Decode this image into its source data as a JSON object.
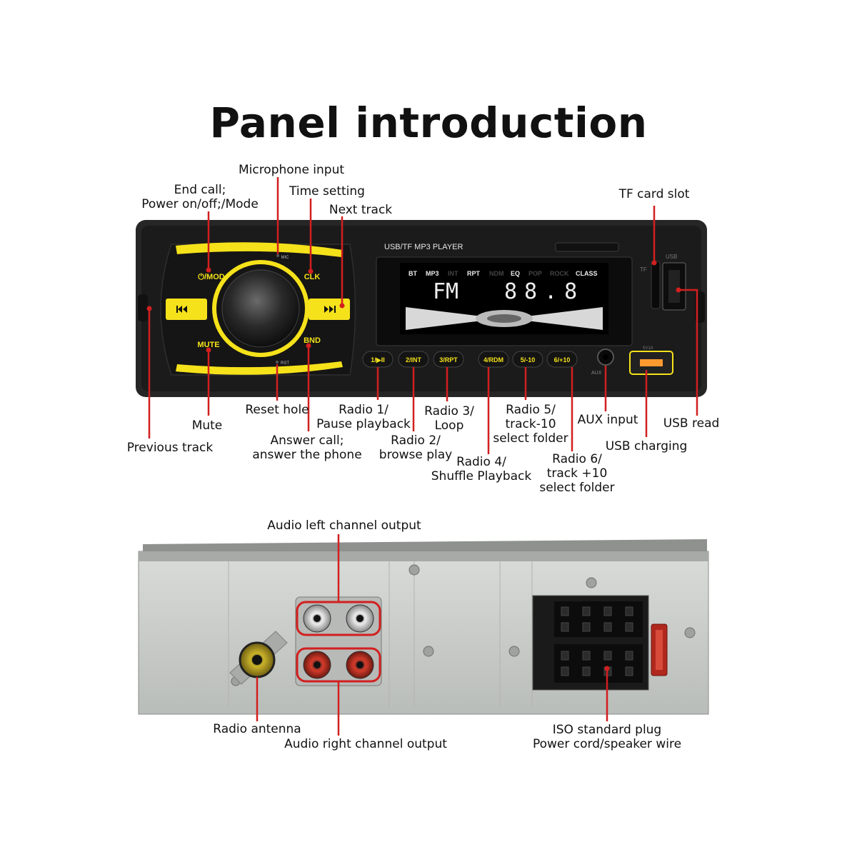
{
  "title": "Panel introduction",
  "front_panel": {
    "device_header": "USB/TF MP3 PLAYER",
    "display": {
      "indicators": [
        "BT",
        "MP3",
        "INT",
        "RPT",
        "NDM",
        "EQ",
        "POP",
        "ROCK",
        "CLASS"
      ],
      "band": "FM",
      "frequency": "88.8"
    },
    "buttons": {
      "mod": "MOD",
      "clk": "CLK",
      "mute": "MUTE",
      "bnd": "BND",
      "mic": "MIC",
      "rst": "RST",
      "aux": "AUX",
      "tf": "TF",
      "usb": "USB",
      "usb_port": "5V1A",
      "presets": [
        "1/▶II",
        "2/INT",
        "3/RPT",
        "4/RDM",
        "5/-10",
        "6/+10"
      ]
    },
    "labels": {
      "microphone_input": "Microphone input",
      "end_call": [
        "End call;",
        "Power on/off;/Mode"
      ],
      "time_setting": "Time setting",
      "next_track": "Next track",
      "tf_card_slot": "TF card slot",
      "reset_hole": "Reset hole",
      "mute": "Mute",
      "previous_track": "Previous track",
      "answer_call": [
        "Answer call;",
        "answer the phone"
      ],
      "radio1": [
        "Radio 1/",
        "Pause playback"
      ],
      "radio2": [
        "Radio 2/",
        "browse play"
      ],
      "radio3": [
        "Radio 3/",
        "Loop"
      ],
      "radio4": [
        "Radio 4/",
        "Shuffle Playback"
      ],
      "radio5": [
        "Radio 5/",
        "track-10",
        "select folder"
      ],
      "radio6": [
        "Radio 6/",
        "track +10",
        "select folder"
      ],
      "aux_input": "AUX input",
      "usb_read": "USB read",
      "usb_charging": "USB charging"
    }
  },
  "back_panel": {
    "labels": {
      "audio_left": "Audio left channel output",
      "radio_antenna": "Radio antenna",
      "audio_right": "Audio right channel output",
      "iso_plug": [
        "ISO standard plug",
        "Power cord/speaker wire"
      ]
    }
  },
  "colors": {
    "accent_yellow": "#f5e21a",
    "callout_red": "#d21f1f",
    "panel_dark": "#1b1b1b",
    "chassis_gray": "#c9ccc9"
  }
}
